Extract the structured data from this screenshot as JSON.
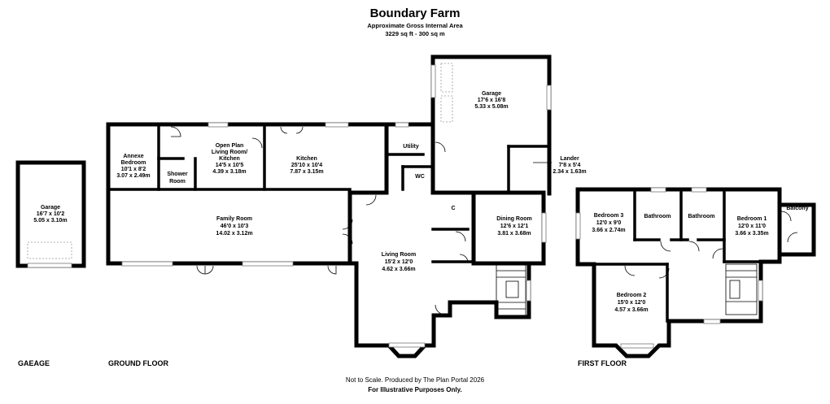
{
  "header": {
    "title": "Boundary Farm",
    "subtitle": "Approximate Gross Internal Area",
    "area": "3229 sq ft - 300 sq m"
  },
  "floors": {
    "garage": "GAEAGE",
    "ground": "GROUND FLOOR",
    "first": "FIRST FLOOR"
  },
  "footer": {
    "line1": "Not to Scale. Produced by The Plan Portal 2026",
    "line2": "For Illustrative Purposes Only."
  },
  "rooms": {
    "garage_det": [
      "Garage",
      "16'7 x 10'2",
      "5.05 x 3.10m"
    ],
    "annexe": [
      "Annexe",
      "Bedroom",
      "10'1 x 8'2",
      "3.07 x 2.49m"
    ],
    "shower": [
      "Shower",
      "Room"
    ],
    "openplan": [
      "Open Plan",
      "Living Room/",
      "Kitchen",
      "14'5 x 10'5",
      "4.39 x 3.18m"
    ],
    "kitchen": [
      "Kitchen",
      "25'10 x 10'4",
      "7.87 x 3.15m"
    ],
    "utility": [
      "Utility"
    ],
    "wc": [
      "WC"
    ],
    "garage_main": [
      "Garage",
      "17'6 x 16'8",
      "5.33 x 5.08m"
    ],
    "lander": [
      "Lander",
      "7'8 x 5'4",
      "2.34 x 1.63m"
    ],
    "family": [
      "Family Room",
      "46'0 x 10'3",
      "14.02 x 3.12m"
    ],
    "cupboard": [
      "C"
    ],
    "dining": [
      "Dining Room",
      "12'6 x 12'1",
      "3.81 x 3.68m"
    ],
    "living": [
      "Living Room",
      "15'2 x 12'0",
      "4.62 x 3.66m"
    ],
    "bed3": [
      "Bedroom 3",
      "12'0 x 9'0",
      "3.66 x 2.74m"
    ],
    "bath1": [
      "Bathroom"
    ],
    "bath2": [
      "Bathroom"
    ],
    "bed1": [
      "Bedroom 1",
      "12'0 x 11'0",
      "3.66 x 3.35m"
    ],
    "balcony": [
      "Balcony"
    ],
    "bed2": [
      "Bedroom 2",
      "15'0 x 12'0",
      "4.57 x 3.66m"
    ]
  }
}
